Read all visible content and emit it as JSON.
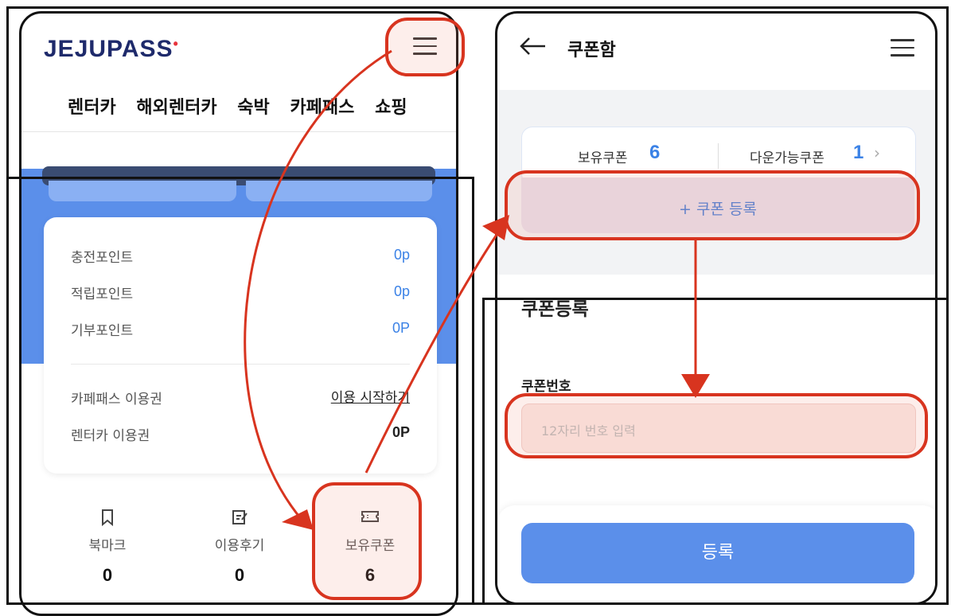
{
  "left": {
    "logo": "JEJUPASS",
    "logo_dot": "•",
    "nav": [
      "렌터카",
      "해외렌터카",
      "숙박",
      "카페패스",
      "쇼핑"
    ],
    "points": [
      {
        "label": "충전포인트",
        "value": "0p"
      },
      {
        "label": "적립포인트",
        "value": "0p"
      },
      {
        "label": "기부포인트",
        "value": "0P"
      }
    ],
    "passes": [
      {
        "label": "카페패스 이용권",
        "value": "이용 시작하기"
      },
      {
        "label": "렌터카 이용권",
        "value": "0P"
      }
    ],
    "stats": [
      {
        "icon": "bookmark-icon",
        "label": "북마크",
        "value": "0"
      },
      {
        "icon": "review-icon",
        "label": "이용후기",
        "value": "0"
      },
      {
        "icon": "coupon-icon",
        "label": "보유쿠폰",
        "value": "6"
      }
    ]
  },
  "right": {
    "title": "쿠폰함",
    "owned_label": "보유쿠폰",
    "owned_count": "6",
    "download_label": "다운가능쿠폰",
    "download_count": "1",
    "register_button": "+ 쿠폰 등록",
    "section_title": "쿠폰등록",
    "field_label": "쿠폰번호",
    "field_placeholder": "12자리 번호 입력",
    "submit_label": "등록"
  },
  "colors": {
    "accent": "#5b8fea",
    "annotation": "#d8341f",
    "brand": "#1e2a6b"
  }
}
